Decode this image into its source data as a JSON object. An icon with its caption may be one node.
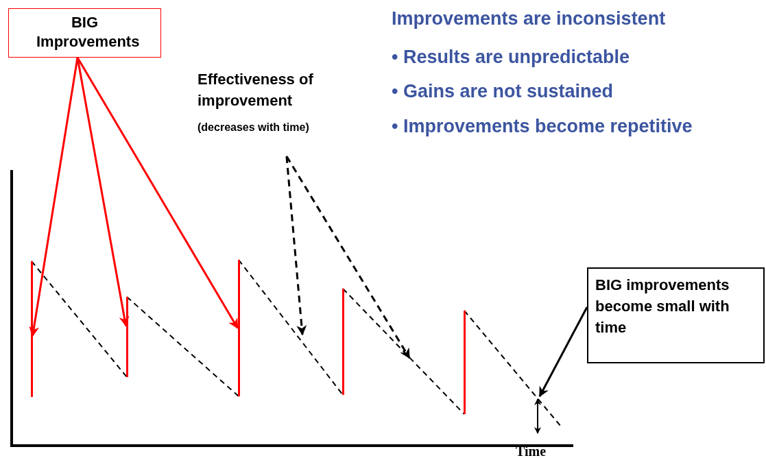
{
  "diagram": {
    "title": "Improvements are inconsistent",
    "nodes": [
      {
        "text": [
          "BIG Improvements"
        ]
      },
      {
        "text": [
          "Effectiveness of improvement",
          "(decreases with time)"
        ]
      },
      {
        "text": [
          "BIG improvements become small with time"
        ]
      },
      {
        "text": [],
        "shape": "bar"
      },
      {
        "text": [],
        "shape": "bar"
      },
      {
        "text": [],
        "shape": "bar"
      },
      {
        "text": [],
        "shape": "bar"
      },
      {
        "text": [],
        "shape": "bar"
      }
    ],
    "edges": [
      {
        "from": 0,
        "to": 3,
        "arrow": "to",
        "color": "#ff0000"
      },
      {
        "from": 0,
        "to": 4,
        "arrow": "to",
        "color": "#ff0000"
      },
      {
        "from": 0,
        "to": 5,
        "arrow": "to",
        "color": "#ff0000"
      },
      {
        "from": 1,
        "to": null,
        "arrow": "to",
        "style": "dashed"
      },
      {
        "from": 1,
        "to": null,
        "arrow": "to",
        "style": "dashed"
      },
      {
        "from": 2,
        "to": null,
        "arrow": "to"
      },
      {
        "from": 3,
        "to": 4,
        "arrow": "none",
        "style": "dashed"
      },
      {
        "from": 4,
        "to": 5,
        "arrow": "none",
        "style": "dashed"
      },
      {
        "from": 5,
        "to": 6,
        "arrow": "none",
        "style": "dashed"
      },
      {
        "from": 6,
        "to": 7,
        "arrow": "none",
        "style": "dashed"
      },
      {
        "from": 7,
        "to": null,
        "arrow": "none",
        "style": "dashed"
      }
    ],
    "labels": [
      "• Results are unpredictable",
      "• Gains are not sustained",
      "• Improvements become repetitive",
      "Time"
    ]
  }
}
